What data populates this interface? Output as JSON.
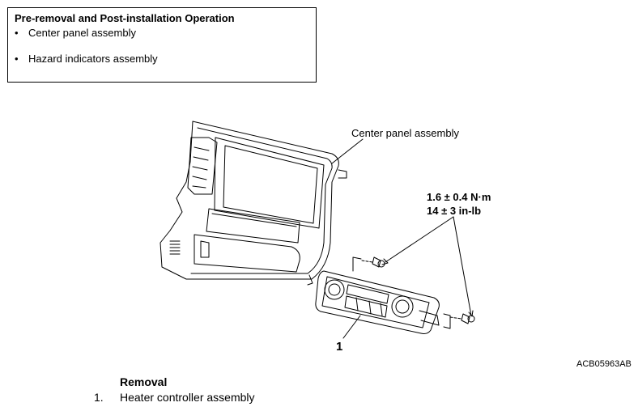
{
  "operation_box": {
    "title": "Pre-removal and Post-installation Operation",
    "items": [
      {
        "bullet": "•",
        "label": "Center panel assembly"
      },
      {
        "bullet": "•",
        "label": "Hazard indicators assembly"
      }
    ]
  },
  "illustration": {
    "callout_center_panel": "Center panel assembly",
    "torque_nm": "1.6 ± 0.4 N·m",
    "torque_inlb": "14 ± 3 in-lb",
    "part_number": "1",
    "figure_code": "ACB05963AB"
  },
  "removal": {
    "title": "Removal",
    "steps": [
      {
        "number": "1.",
        "label": "Heater controller assembly"
      }
    ]
  }
}
